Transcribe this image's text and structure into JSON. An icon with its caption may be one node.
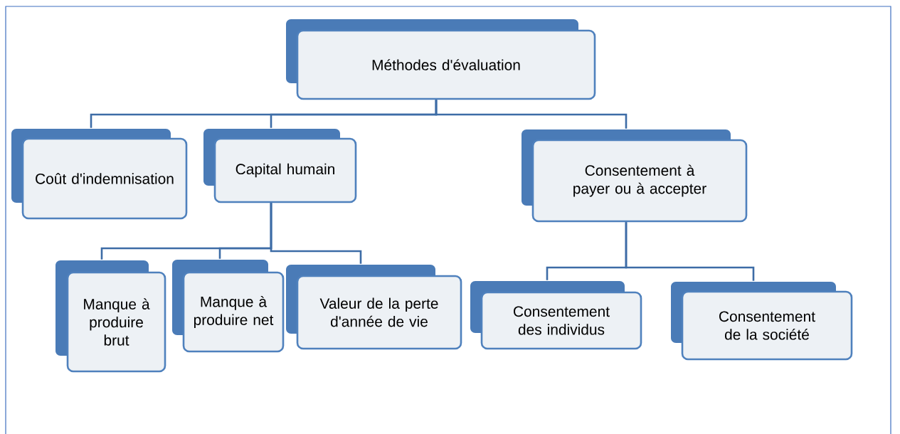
{
  "diagram": {
    "nodes": [
      {
        "text": [
          "Méthodes d'évaluation"
        ]
      },
      {
        "text": [
          "Coût d'indemnisation"
        ]
      },
      {
        "text": [
          "Capital humain"
        ]
      },
      {
        "text": [
          "Consentement à payer ou à accepter"
        ]
      },
      {
        "text": [
          "Manque à produire brut"
        ]
      },
      {
        "text": [
          "Manque à produire net"
        ]
      },
      {
        "text": [
          "Valeur de la perte d'année de vie"
        ]
      },
      {
        "text": [
          "Consentement des individus"
        ]
      },
      {
        "text": [
          "Consentement de la société"
        ]
      }
    ],
    "edges": [
      {
        "from": 0,
        "to": 1,
        "arrow": "none"
      },
      {
        "from": 0,
        "to": 2,
        "arrow": "none"
      },
      {
        "from": 0,
        "to": 3,
        "arrow": "none"
      },
      {
        "from": 2,
        "to": 4,
        "arrow": "none"
      },
      {
        "from": 2,
        "to": 5,
        "arrow": "none"
      },
      {
        "from": 2,
        "to": 6,
        "arrow": "none"
      },
      {
        "from": 3,
        "to": 7,
        "arrow": "none"
      },
      {
        "from": 3,
        "to": 8,
        "arrow": "none"
      }
    ]
  }
}
